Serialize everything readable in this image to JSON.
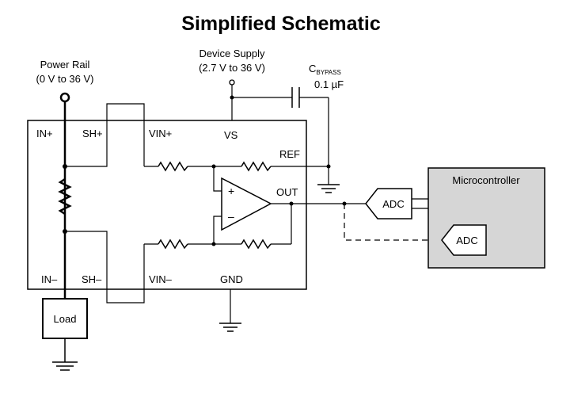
{
  "title": "Simplified Schematic",
  "power_rail": {
    "line1": "Power Rail",
    "line2": "(0 V to 36 V)"
  },
  "device_supply": {
    "line1": "Device Supply",
    "line2": "(2.7 V to 36 V)"
  },
  "bypass_cap": {
    "name": "C",
    "subscript": "BYPASS",
    "value": "0.1 µF"
  },
  "pins": {
    "in_plus": "IN+",
    "sh_plus": "SH+",
    "vin_plus": "VIN+",
    "vs": "VS",
    "ref": "REF",
    "out": "OUT",
    "in_minus": "IN–",
    "sh_minus": "SH–",
    "vin_minus": "VIN–",
    "gnd": "GND"
  },
  "opamp": {
    "plus": "+",
    "minus": "–"
  },
  "load": "Load",
  "microcontroller": "Microcontroller",
  "adc_external": "ADC",
  "adc_internal": "ADC",
  "colors": {
    "mcu_fill": "#d6d6d6",
    "wire": "#000000"
  }
}
